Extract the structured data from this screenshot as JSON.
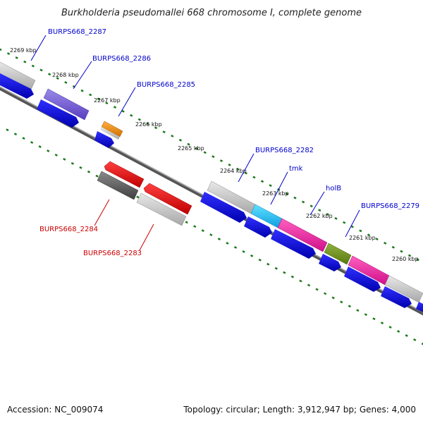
{
  "title": "Burkholderia pseudomallei 668 chromosome I, complete genome",
  "footer": {
    "accession": "Accession: NC_009074",
    "summary": "Topology: circular; Length: 3,912,947 bp; Genes: 4,000"
  },
  "scale_labels": [
    "2269 kbp",
    "2268 kbp",
    "2267 kbp",
    "2266 kbp",
    "2265 kbp",
    "2264 kbp",
    "2263 kbp",
    "2262 kbp",
    "2261 kbp",
    "2260 kbp"
  ],
  "gene_labels_forward": [
    "BURPS668_2287",
    "BURPS668_2286",
    "BURPS668_2285",
    "BURPS668_2282",
    "tmk",
    "holB",
    "BURPS668_2279"
  ],
  "gene_labels_reverse": [
    "BURPS668_2284",
    "BURPS668_2283"
  ],
  "colors": {
    "forward_label": "#0000cc",
    "reverse_label": "#cc0000",
    "tick": "#1a7a1a",
    "backbone": "#777777",
    "cds": "#0000ee"
  }
}
